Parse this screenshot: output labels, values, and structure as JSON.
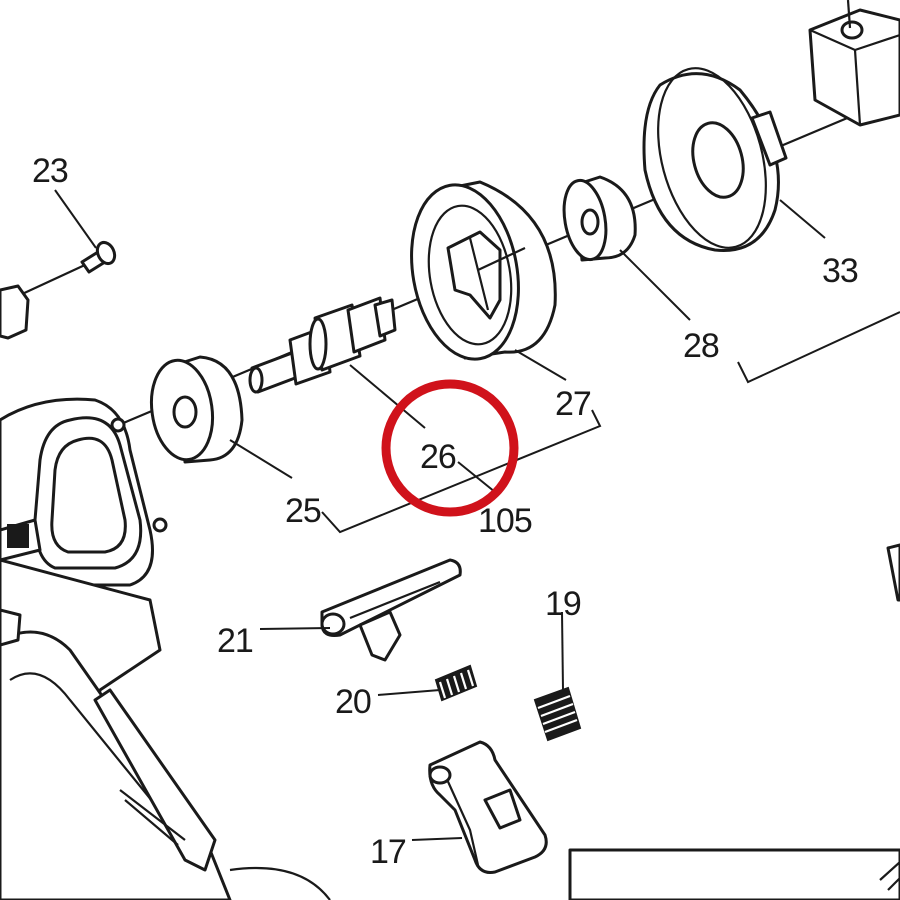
{
  "diagram": {
    "callouts": [
      {
        "id": "23",
        "text": "23"
      },
      {
        "id": "25",
        "text": "25"
      },
      {
        "id": "26",
        "text": "26"
      },
      {
        "id": "105",
        "text": "105"
      },
      {
        "id": "27",
        "text": "27"
      },
      {
        "id": "28",
        "text": "28"
      },
      {
        "id": "33",
        "text": "33"
      },
      {
        "id": "21",
        "text": "21"
      },
      {
        "id": "20",
        "text": "20"
      },
      {
        "id": "19",
        "text": "19"
      },
      {
        "id": "17",
        "text": "17"
      }
    ],
    "highlight": {
      "target": "26",
      "color": "#d0121b"
    },
    "line_color": "#1a1a1a"
  }
}
